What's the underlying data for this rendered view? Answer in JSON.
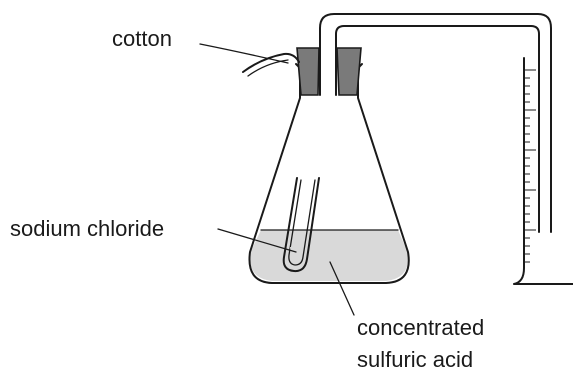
{
  "labels": {
    "cotton": "cotton",
    "sodium_chloride": "sodium chloride",
    "acid_line1": "concentrated",
    "acid_line2": "sulfuric acid"
  },
  "colors": {
    "ink": "#1a1a1a",
    "liquid": "#d9d9d9",
    "stopper": "#7a7a7a",
    "background": "#ffffff"
  }
}
